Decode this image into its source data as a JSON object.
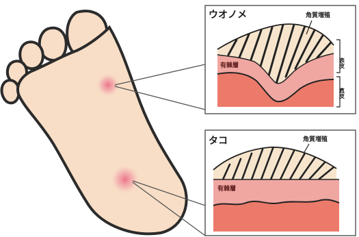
{
  "panels": {
    "corn": {
      "title": "ウオノメ",
      "keratin_label": "角質増殖",
      "spiny_label": "有棘層",
      "epidermis_label": "表皮",
      "dermis_label": "真皮"
    },
    "callus": {
      "title": "タコ",
      "keratin_label": "角質増殖",
      "spiny_label": "有棘層"
    }
  },
  "colors": {
    "foot_fill": "#f8dec6",
    "foot_outline": "#2b2b2b",
    "keratin_fill": "#f6e5cc",
    "spiny_fill": "#f0a7a2",
    "dermis_fill": "#ec7a6a",
    "spot": "#e8607a",
    "panel_border": "#5a5a5a"
  }
}
